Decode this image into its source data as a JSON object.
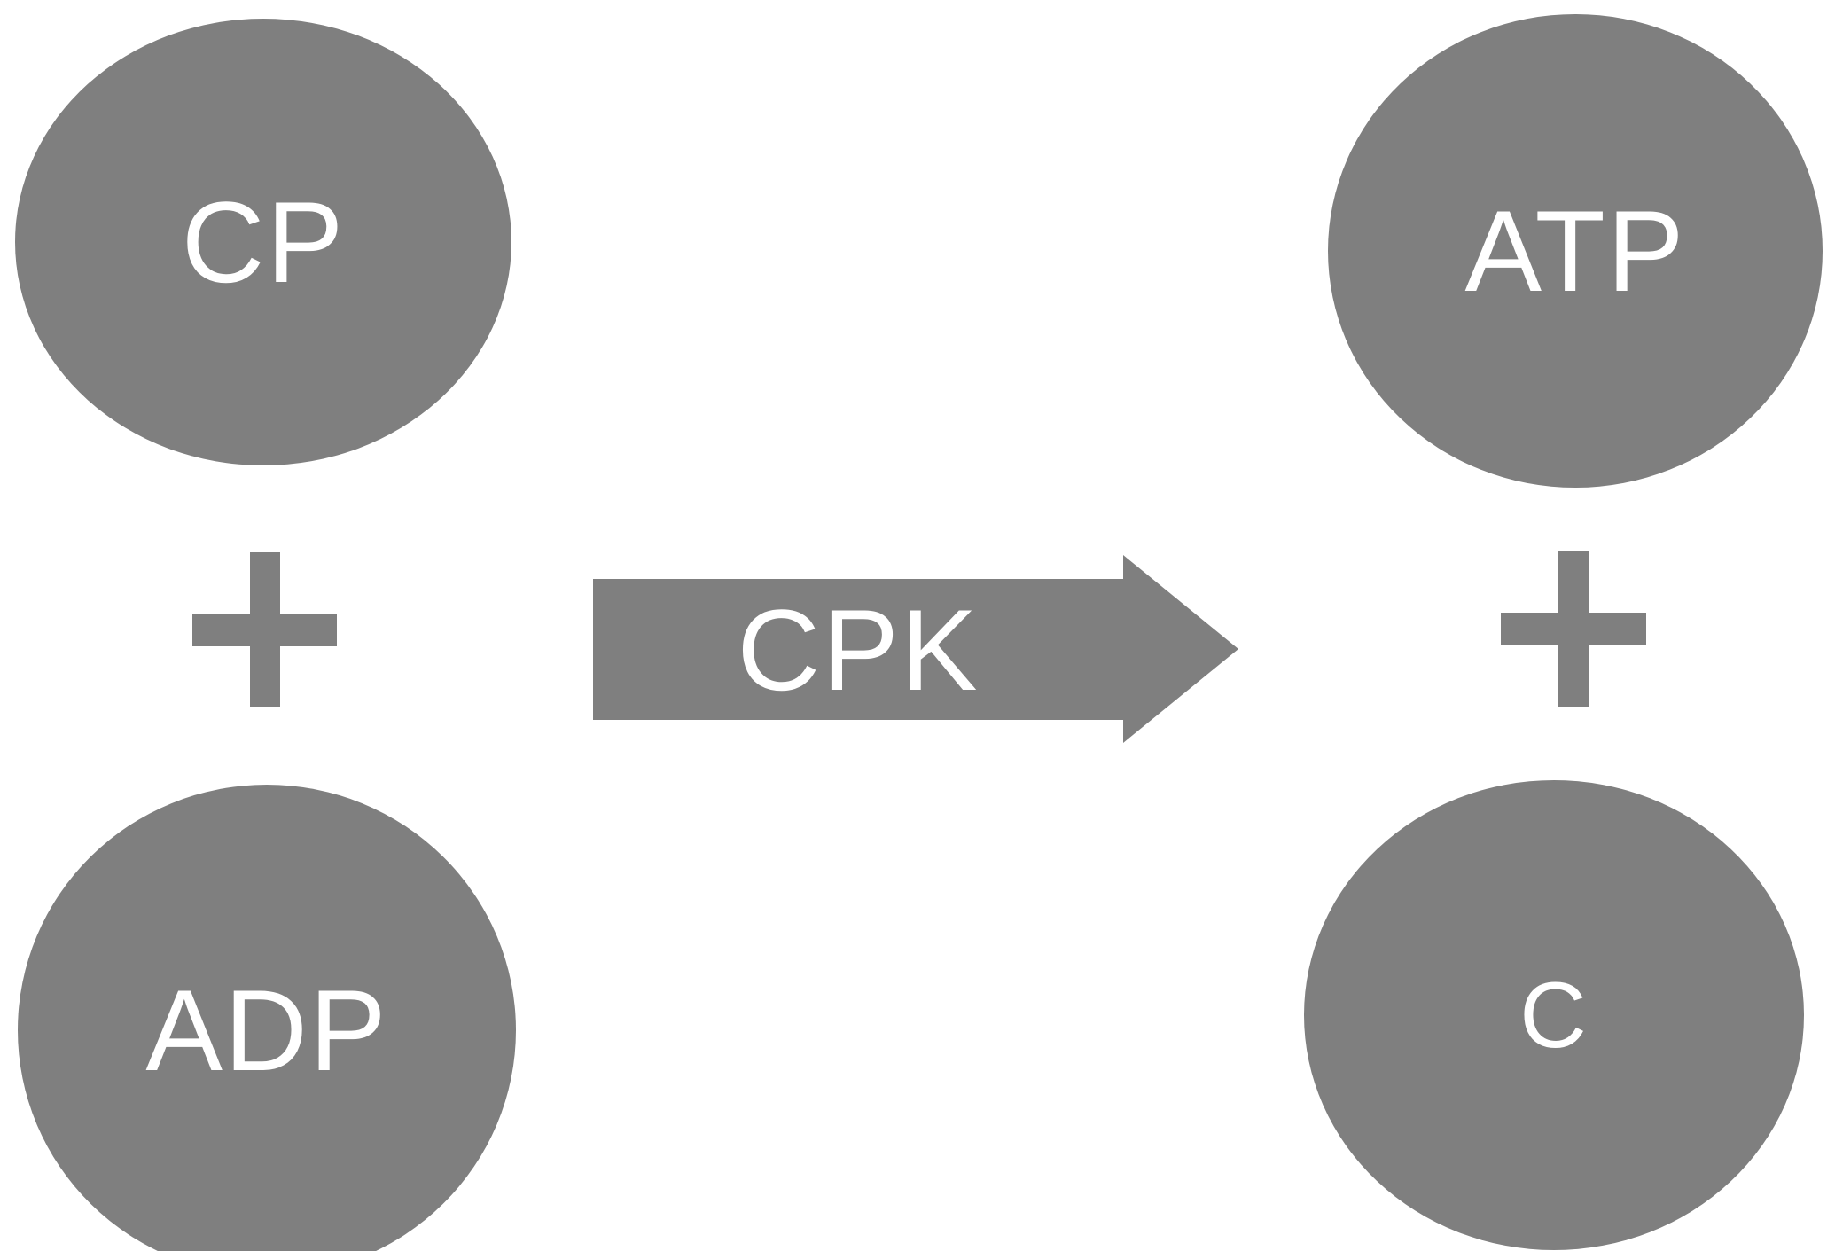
{
  "diagram": {
    "type": "biochemical-reaction",
    "colors": {
      "shape_fill": "#7f7f7f",
      "label_text": "#ffffff",
      "background": "#ffffff"
    },
    "reactants": {
      "top": {
        "label": "CP"
      },
      "bottom": {
        "label": "ADP"
      }
    },
    "products": {
      "top": {
        "label": "ATP"
      },
      "bottom": {
        "label": "C"
      }
    },
    "arrow": {
      "label": "CPK",
      "direction": "right"
    },
    "operators": {
      "left": "+",
      "right": "+"
    }
  }
}
